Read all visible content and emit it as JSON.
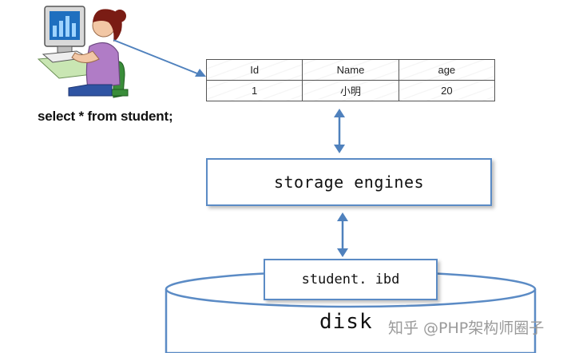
{
  "query": {
    "text": "select * from student;"
  },
  "result_table": {
    "headers": [
      "Id",
      "Name",
      "age"
    ],
    "rows": [
      [
        "1",
        "小明",
        "20"
      ]
    ]
  },
  "storage_engines": {
    "label": "storage engines"
  },
  "file": {
    "label": "student. ibd"
  },
  "disk": {
    "label": "disk"
  },
  "watermark": {
    "text": "知乎 @PHP架构师圈子"
  },
  "colors": {
    "box_border": "#5b8bc5",
    "arrow": "#4f81bd",
    "user_shirt": "#b07cc6",
    "user_hair": "#7a1c14"
  },
  "icons": {
    "user": "person-at-computer-icon"
  }
}
